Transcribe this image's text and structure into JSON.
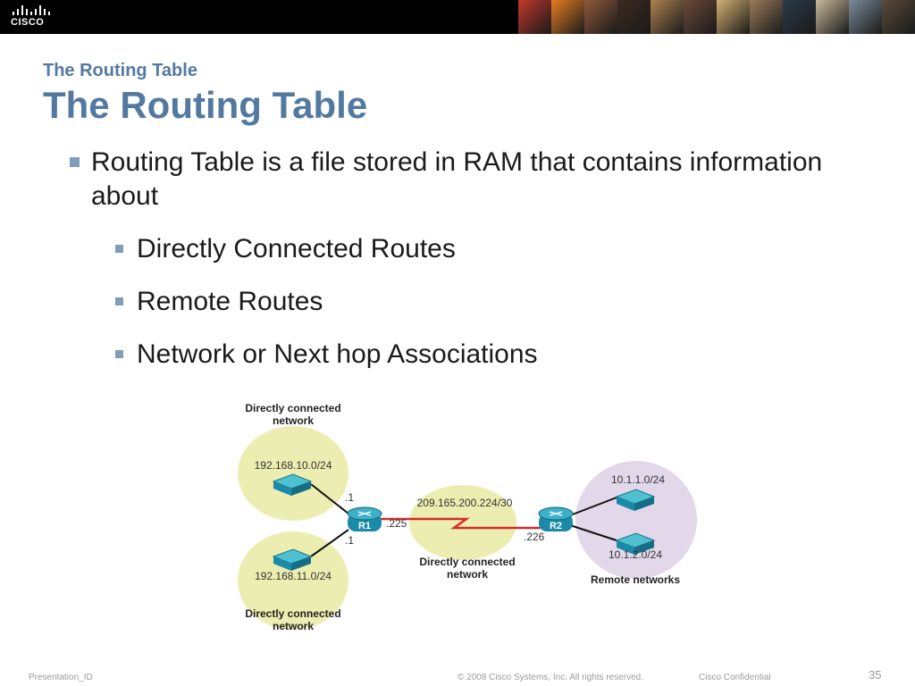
{
  "header": {
    "logo_text": "CISCO",
    "photo_colors": [
      "#c0392b",
      "#e67e22",
      "#8e5a3c",
      "#3c2a20",
      "#b08050",
      "#6b4a3a",
      "#d4b070",
      "#9a7a5a",
      "#2b3a4a",
      "#c9b89a",
      "#7a8a9a",
      "#5a4a3a"
    ]
  },
  "slide": {
    "subtitle": "The Routing Table",
    "title": "The Routing Table",
    "bullet_main": "Routing Table is a file stored in RAM that contains information about",
    "sub_bullets": [
      "Directly Connected Routes",
      "Remote Routes",
      "Network or Next hop Associations"
    ]
  },
  "diagram": {
    "top_left_title_line1": "Directly connected",
    "top_left_title_line2": "network",
    "net_top": "192.168.10.0/24",
    "net_bottom": "192.168.11.0/24",
    "net_middle": "209.165.200.224/30",
    "net_r1": "10.1.1.0/24",
    "net_r2": "10.1.2.0/24",
    "ip_r1_top": ".1",
    "ip_r1_bottom": ".1",
    "ip_r1_wan": ".225",
    "ip_r2_wan": ".226",
    "router1": "R1",
    "router2": "R2",
    "mid_label_line1": "Directly connected",
    "mid_label_line2": "network",
    "bottom_label_line1": "Directly connected",
    "bottom_label_line2": "network",
    "remote_label": "Remote networks",
    "colors": {
      "local_ellipse": "#ecedb0",
      "remote_ellipse": "#e2d8ea",
      "serial_link": "#d42a2a",
      "router_fill": "#1a8aa8",
      "switch_fill": "#2aa2b8"
    }
  },
  "footer": {
    "presentation_id": "Presentation_ID",
    "copyright": "© 2008 Cisco Systems, Inc. All rights reserved.",
    "confidential": "Cisco Confidential",
    "page_number": "35"
  }
}
